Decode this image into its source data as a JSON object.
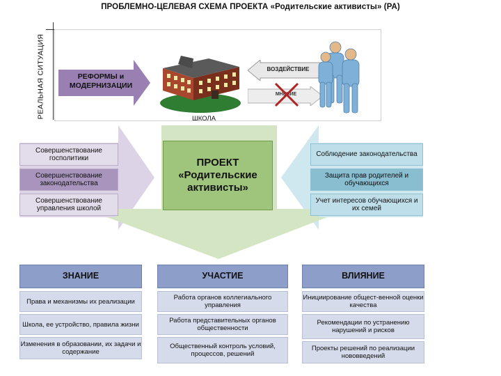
{
  "title": "ПРОБЛЕМНО-ЦЕЛЕВАЯ СХЕМА ПРОЕКТА «Родительские активисты» (РА)",
  "situation_label": "РЕАЛЬНАЯ СИТУАЦИЯ",
  "reform_text": "РЕФОРМЫ и МОДЕРНИЗАЦИИ",
  "school_label": "ШКОЛА",
  "impact_label": "ВОЗДЕЙСТВИЕ",
  "opinion_label": "МНЕНИЕ",
  "left_items": [
    "Совершенствование госполитики",
    "Совершенствование законодательства",
    "Совершенствование управления школой"
  ],
  "project": {
    "line1": "ПРОЕКТ",
    "line2": "«Родительские",
    "line3": "активисты»"
  },
  "right_items": [
    "Соблюдение законодательства",
    "Защита прав родителей и обучающихся",
    "Учет интересов обучающихся и их семей"
  ],
  "columns": [
    {
      "title": "ЗНАНИЕ",
      "items": [
        "Права и механизмы их реализации",
        "Школа, ее устройство, правила жизни",
        "Изменения в образовании, их задачи и содержание"
      ]
    },
    {
      "title": "УЧАСТИЕ",
      "items": [
        "Работа органов коллегиального управления",
        "Работа представительных органов общественности",
        "Общественный контроль условий, процессов, решений"
      ]
    },
    {
      "title": "ВЛИЯНИЕ",
      "items": [
        "Инициирование общест-венной оценки качества",
        "Рекомендации по устранению нарушений и рисков",
        "Проекты решений по реализации нововведений"
      ]
    }
  ],
  "colors": {
    "left": "#e3dcea",
    "left_dark": "#a894bd",
    "right": "#bedfea",
    "right_dark": "#89bdd0",
    "project": "#9fc47b",
    "funnel": "#d4e5c4",
    "column_head": "#8d9fc9",
    "column_item": "#d5dbea",
    "reform_arrow": "#9a7fb3",
    "people": "#7fb0d8"
  },
  "icons": [
    "school-building-icon",
    "people-icon",
    "cross-icon"
  ]
}
